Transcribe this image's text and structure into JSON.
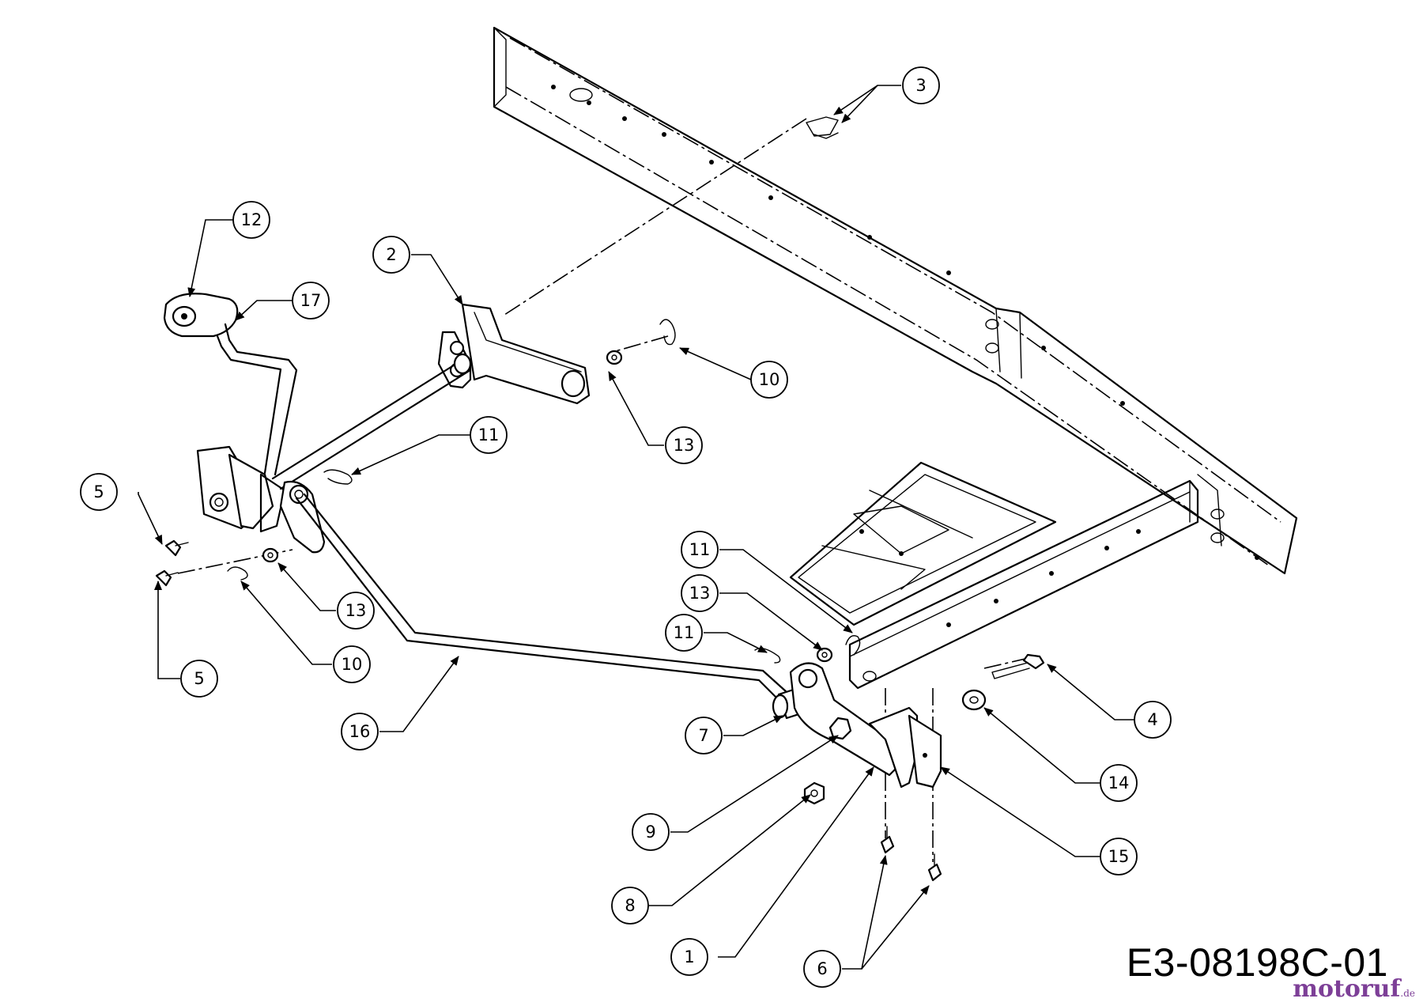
{
  "diagram": {
    "drawing_number": "E3-08198C-01",
    "watermark": {
      "text": "motoruf",
      "suffix": ".de"
    },
    "callouts": [
      "1",
      "2",
      "3",
      "4",
      "5",
      "5",
      "6",
      "7",
      "8",
      "9",
      "10",
      "10",
      "11",
      "11",
      "11",
      "12",
      "13",
      "13",
      "13",
      "14",
      "15",
      "16",
      "17"
    ]
  }
}
